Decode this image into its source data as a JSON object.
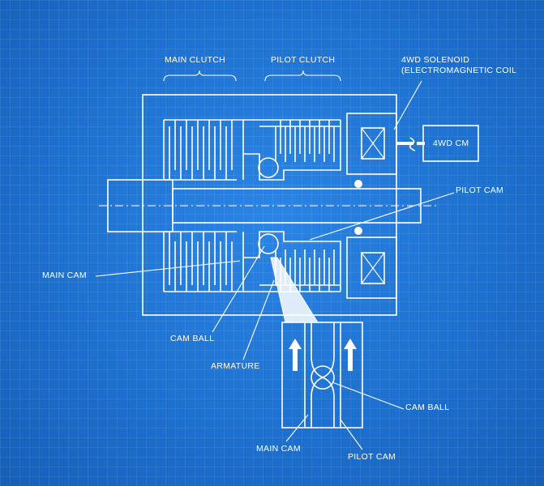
{
  "labels": {
    "main_clutch": "MAIN CLUTCH",
    "pilot_clutch": "PILOT CLUTCH",
    "solenoid_line1": "4WD SOLENOID",
    "solenoid_line2": "(ELECTROMAGNETIC COIL",
    "cm_box": "4WD CM",
    "pilot_cam": "PILOT CAM",
    "main_cam": "MAIN CAM",
    "cam_ball": "CAM BALL",
    "armature": "ARMATURE",
    "detail_cam_ball": "CAM BALL",
    "detail_main_cam": "MAIN CAM",
    "detail_pilot_cam": "PILOT CAM"
  },
  "colors": {
    "background": "#1d72d2",
    "lines": "#ffffff"
  }
}
